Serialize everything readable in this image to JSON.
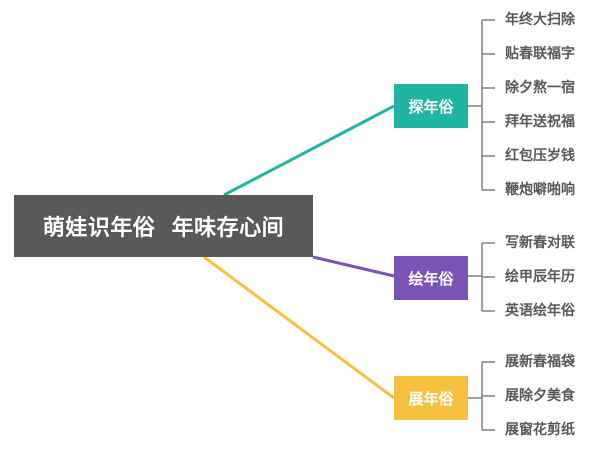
{
  "root": {
    "label": "萌娃识年俗  年味存心间"
  },
  "colors": {
    "root_bg": "#595959",
    "branch_1": "#1fb5a0",
    "branch_2": "#7a54b5",
    "branch_3": "#f6c141",
    "leaf_text": "#595959",
    "bracket": "#808080"
  },
  "branches": [
    {
      "label": "探年俗",
      "items": [
        "年终大扫除",
        "贴春联福字",
        "除夕熬一宿",
        "拜年送祝福",
        "红包压岁钱",
        "鞭炮噼啪响"
      ]
    },
    {
      "label": "绘年俗",
      "items": [
        "写新春对联",
        "绘甲辰年历",
        "英语绘年俗"
      ]
    },
    {
      "label": "展年俗",
      "items": [
        "展新春福袋",
        "展除夕美食",
        "展窗花剪纸"
      ]
    }
  ]
}
